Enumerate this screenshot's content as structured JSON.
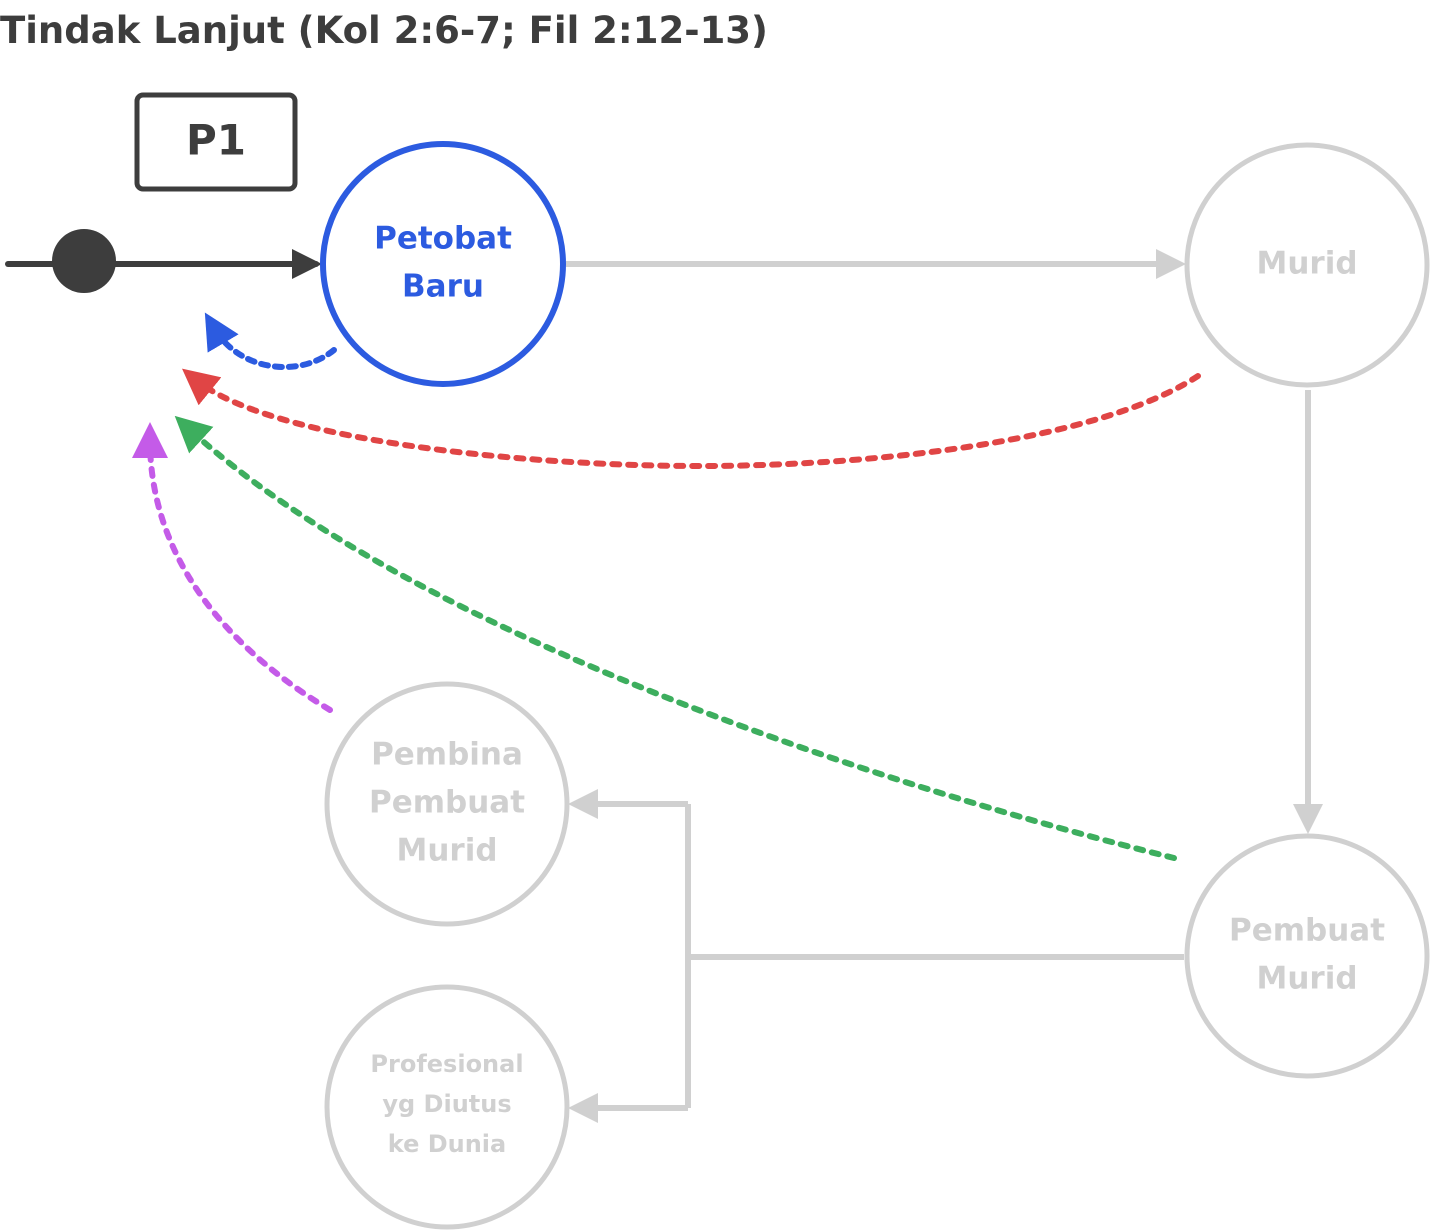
{
  "title": "Tindak Lanjut (Kol 2:6-7; Fil 2:12-13)",
  "stage_label": "P1",
  "nodes": {
    "petobat_baru": [
      "Petobat",
      "Baru"
    ],
    "murid": [
      "Murid"
    ],
    "pembuat_murid": [
      "Pembuat",
      "Murid"
    ],
    "pembina": [
      "Pembina",
      "Pembuat",
      "Murid"
    ],
    "profesional": [
      "Profesional",
      "yg Diutus",
      "ke Dunia"
    ]
  },
  "colors": {
    "active": "#2c5be0",
    "inactive": "#d0d0d0",
    "dark": "#3d3d3d",
    "return_blue": "#2c5be0",
    "return_red": "#e04545",
    "return_green": "#3dae5e",
    "return_purple": "#c45be8"
  }
}
